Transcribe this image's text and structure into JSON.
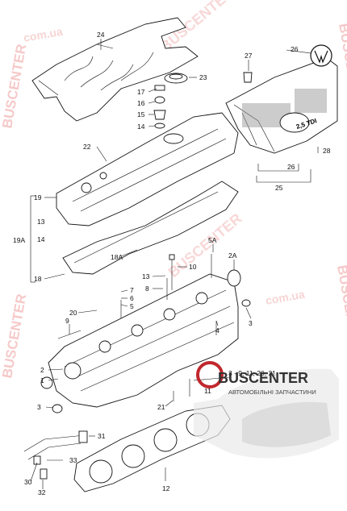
{
  "watermarks": {
    "left_vertical": "BUSCENTER",
    "right_vertical": "BUSCENTER",
    "diagonal_1": "com.ua",
    "diagonal_2": "com.ua",
    "mid_diagonal": "BUSCENTER"
  },
  "logo": {
    "brand": "BUSCENTER",
    "tagline": "АВТОМОБІЛЬНІ ЗАПЧАСТИНИ",
    "plate_text": "2,5 TDI",
    "color_red": "#c0282d",
    "color_dark": "#333333"
  },
  "callouts": {
    "c24": "24",
    "c26": "26",
    "c27": "27",
    "c23": "23",
    "c17": "17",
    "c16": "16",
    "c15": "15",
    "c14": "14",
    "c22": "22",
    "c28": "28",
    "c26b": "26",
    "c25": "25",
    "c19": "19",
    "c13": "13",
    "c19A": "19A",
    "c14b": "14",
    "c18": "18",
    "c18A": "18A",
    "c5A": "5A",
    "c2A": "2A",
    "c13b": "13",
    "c10": "10",
    "c8": "8",
    "c7": "7",
    "c6": "6",
    "c5": "5",
    "c20": "20",
    "c9": "9",
    "c4": "4",
    "c3": "3",
    "c2": "2",
    "c1": "1",
    "c3b": "3",
    "c21": "21",
    "c3list": "3 - 9, 11, 20, 21",
    "c11": "11",
    "c31": "31",
    "c33": "33",
    "c30": "30",
    "c32": "32",
    "c12": "12"
  }
}
